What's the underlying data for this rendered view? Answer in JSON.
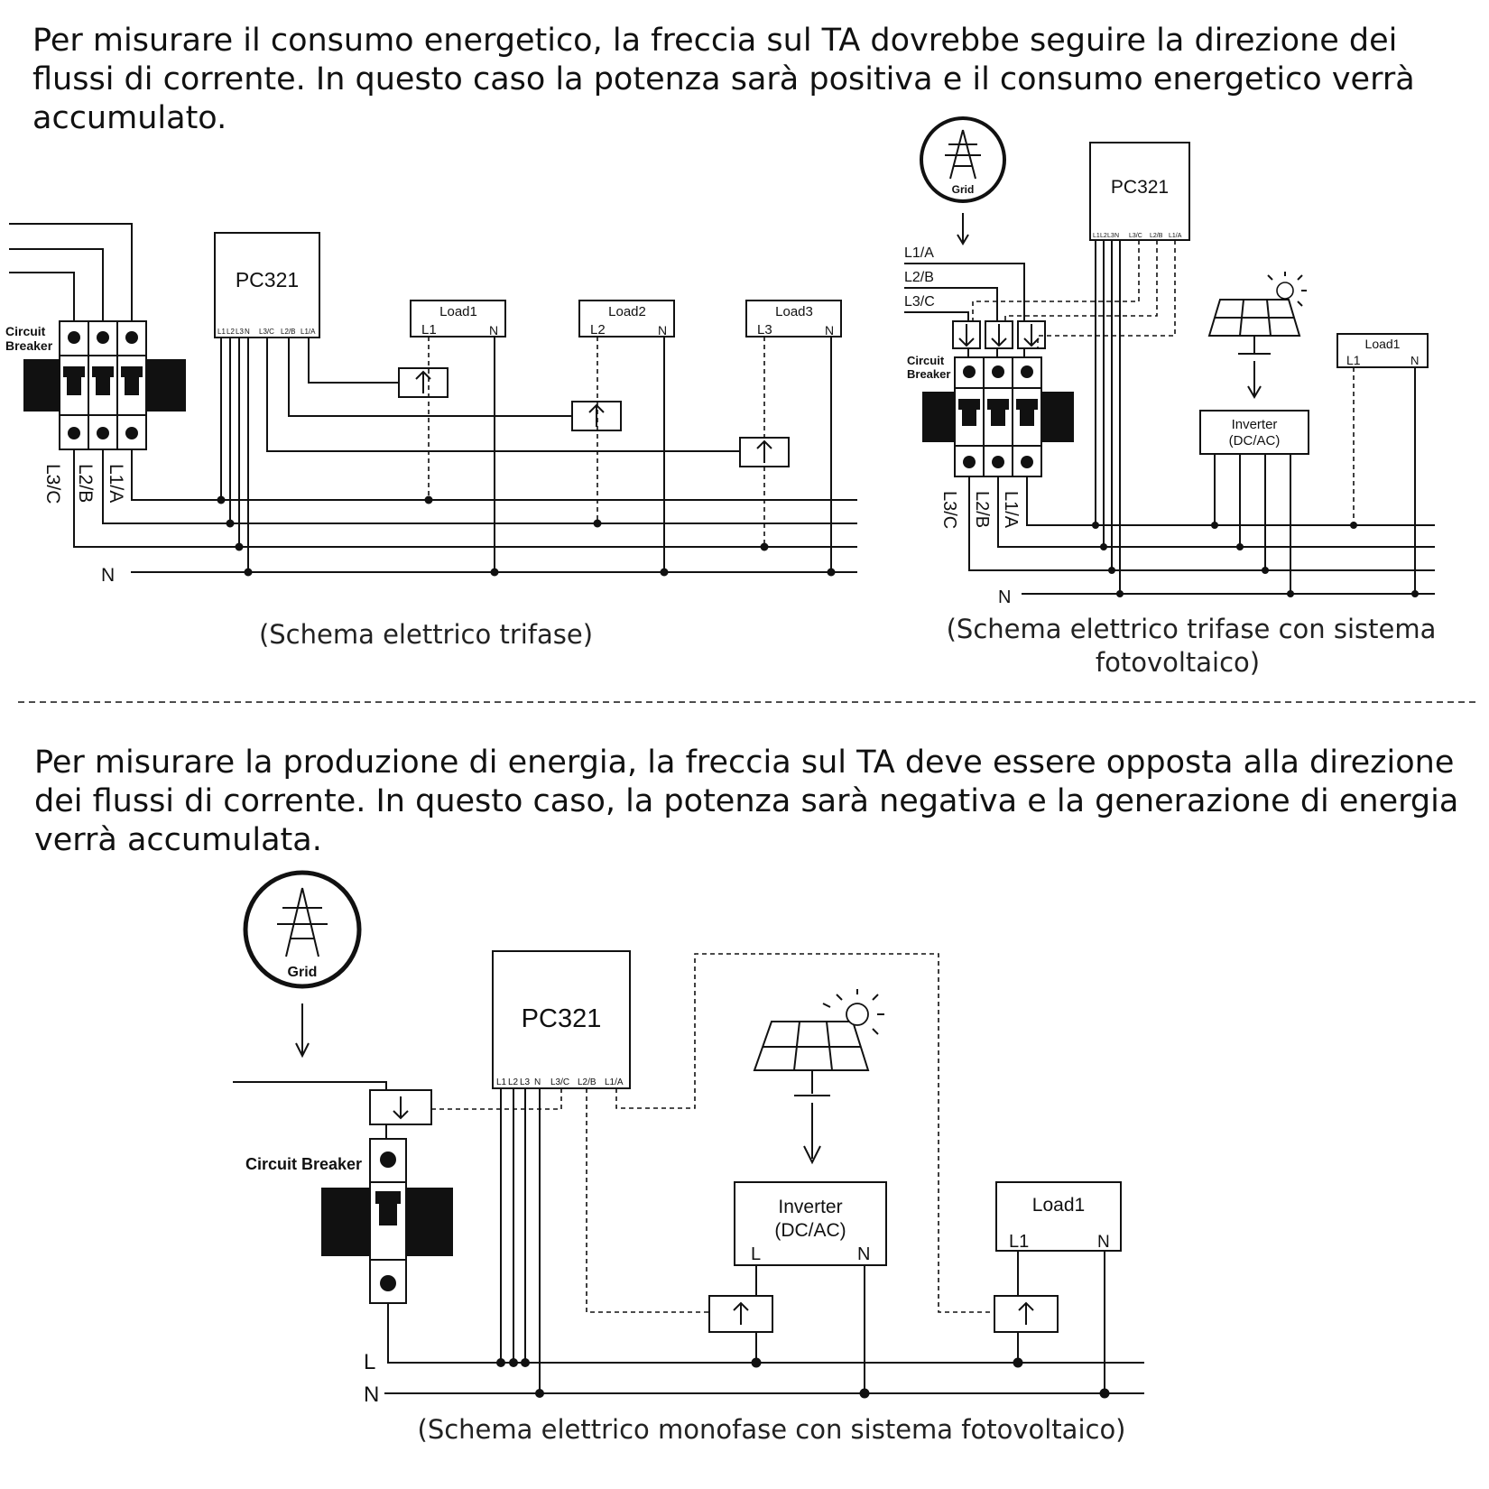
{
  "intro_consumption": {
    "line1": "Per misurare il consumo energetico, la freccia sul TA dovrebbe seguire la direzione dei",
    "line2": "flussi di corrente. In questo caso la potenza sarà positiva e il consumo energetico verrà",
    "line3": "accumulato."
  },
  "intro_production": {
    "line1": "Per misurare la produzione di energia, la freccia sul TA deve essere opposta alla direzione",
    "line2": "dei flussi di corrente. In questo caso, la potenza sarà negativa e la generazione di energia",
    "line3": "verrà accumulata."
  },
  "device": {
    "name": "PC321",
    "terminals": {
      "l1": "L1",
      "l2": "L2",
      "l3": "L3",
      "n": "N",
      "ct3": "L3/C",
      "ct2": "L2/B",
      "ct1": "L1/A"
    }
  },
  "phases": {
    "l1a": "L1/A",
    "l2b": "L2/B",
    "l3c": "L3/C",
    "n": "N",
    "l": "L"
  },
  "breaker": {
    "line1": "Circuit",
    "line2": "Breaker",
    "full": "Circuit Breaker"
  },
  "grid_label": "Grid",
  "loads": {
    "load1": {
      "name": "Load1",
      "phase": "L1",
      "n": "N"
    },
    "load2": {
      "name": "Load2",
      "phase": "L2",
      "n": "N"
    },
    "load3": {
      "name": "Load3",
      "phase": "L3",
      "n": "N"
    }
  },
  "inverter": {
    "line1": "Inverter",
    "line2": "(DC/AC)",
    "l": "L",
    "n": "N"
  },
  "captions": {
    "three_phase": "(Schema elettrico trifase)",
    "three_phase_pv_line1": "(Schema elettrico trifase con sistema",
    "three_phase_pv_line2": "fotovoltaico)",
    "single_phase_pv": "(Schema elettrico monofase con sistema fotovoltaico)"
  }
}
